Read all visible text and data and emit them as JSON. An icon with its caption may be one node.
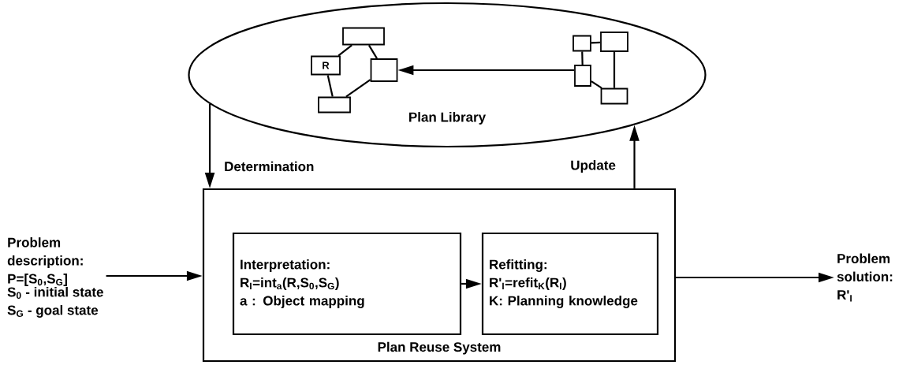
{
  "diagram": {
    "nodes": [
      {
        "text": [
          "Plan Library"
        ]
      },
      {
        "text": [
          "R"
        ],
        "in": 0
      },
      {
        "text": [],
        "shape": "box",
        "in": 0
      },
      {
        "text": [],
        "shape": "box",
        "in": 0
      },
      {
        "text": [],
        "shape": "box",
        "in": 0
      },
      {
        "text": [],
        "shape": "box",
        "in": 0
      },
      {
        "text": [],
        "shape": "box",
        "in": 0
      },
      {
        "text": [],
        "shape": "box",
        "in": 0
      },
      {
        "text": [],
        "shape": "box",
        "in": 0
      },
      {
        "text": [
          "Plan Reuse System"
        ]
      },
      {
        "text": [
          "Interpretation:",
          "R$_{I}$=int$_{a}$(R,S$_{0}$,S$_{G}$)",
          "a : Object mapping"
        ],
        "in": 9
      },
      {
        "text": [
          "Refitting:",
          "R'$_{I}$=refit$_{K}$(R$_{I}$)",
          "K: Planning knowledge"
        ],
        "in": 9
      },
      {
        "text": [
          "Problem description: P=[S$_{0}$,S$_{G}$]",
          "S$_{0}$ - initial state",
          "S$_{G}$ - goal state"
        ]
      },
      {
        "text": [
          "Problem solution: R'$_{I}$"
        ]
      }
    ],
    "edges": [
      {
        "from": 1,
        "to": 2,
        "arrow": "none"
      },
      {
        "from": 2,
        "to": 3,
        "arrow": "none"
      },
      {
        "from": 1,
        "to": 4,
        "arrow": "none"
      },
      {
        "from": 4,
        "to": 3,
        "arrow": "none"
      },
      {
        "from": 5,
        "to": 6,
        "arrow": "none"
      },
      {
        "from": 5,
        "to": 7,
        "arrow": "none"
      },
      {
        "from": 6,
        "to": 8,
        "arrow": "none"
      },
      {
        "from": 7,
        "to": 8,
        "arrow": "none"
      },
      {
        "from": 7,
        "to": 3,
        "arrow": "to"
      },
      {
        "from": 0,
        "to": 9,
        "arrow": "to",
        "label": "Determination"
      },
      {
        "from": 9,
        "to": 0,
        "arrow": "to",
        "label": "Update"
      },
      {
        "from": 12,
        "to": 9,
        "arrow": "to"
      },
      {
        "from": 10,
        "to": 11,
        "arrow": "to"
      },
      {
        "from": 9,
        "to": 13,
        "arrow": "to"
      }
    ]
  }
}
